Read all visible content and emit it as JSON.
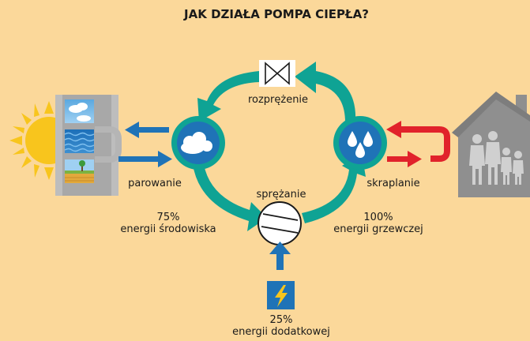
{
  "title": "JAK DZIAŁA POMPA CIEPŁA?",
  "stages": {
    "expansion": "rozprężenie",
    "evaporation": "parowanie",
    "compression": "sprężanie",
    "condensation": "skraplanie"
  },
  "energy": {
    "environment_percent": "75%",
    "environment_label": "energii środowiska",
    "heating_percent": "100%",
    "heating_label": "energii grzewczej",
    "additional_percent": "25%",
    "additional_label": "energii dodatkowej"
  },
  "colors": {
    "background": "#fbd89a",
    "loop": "#0fa394",
    "cold_arrow": "#1f73b7",
    "hot_arrow": "#e1222b",
    "building": "#8f8f8f",
    "sun": "#f8c51d",
    "node_fill": "#1f73b7"
  },
  "icons": {
    "expansion": "expansion-valve-icon",
    "evaporator": "cloud-icon",
    "condenser": "water-drops-icon",
    "compressor": "compressor-icon",
    "power": "lightning-icon",
    "sun": "sun-icon",
    "house": "house-icon",
    "family": "family-icon"
  }
}
